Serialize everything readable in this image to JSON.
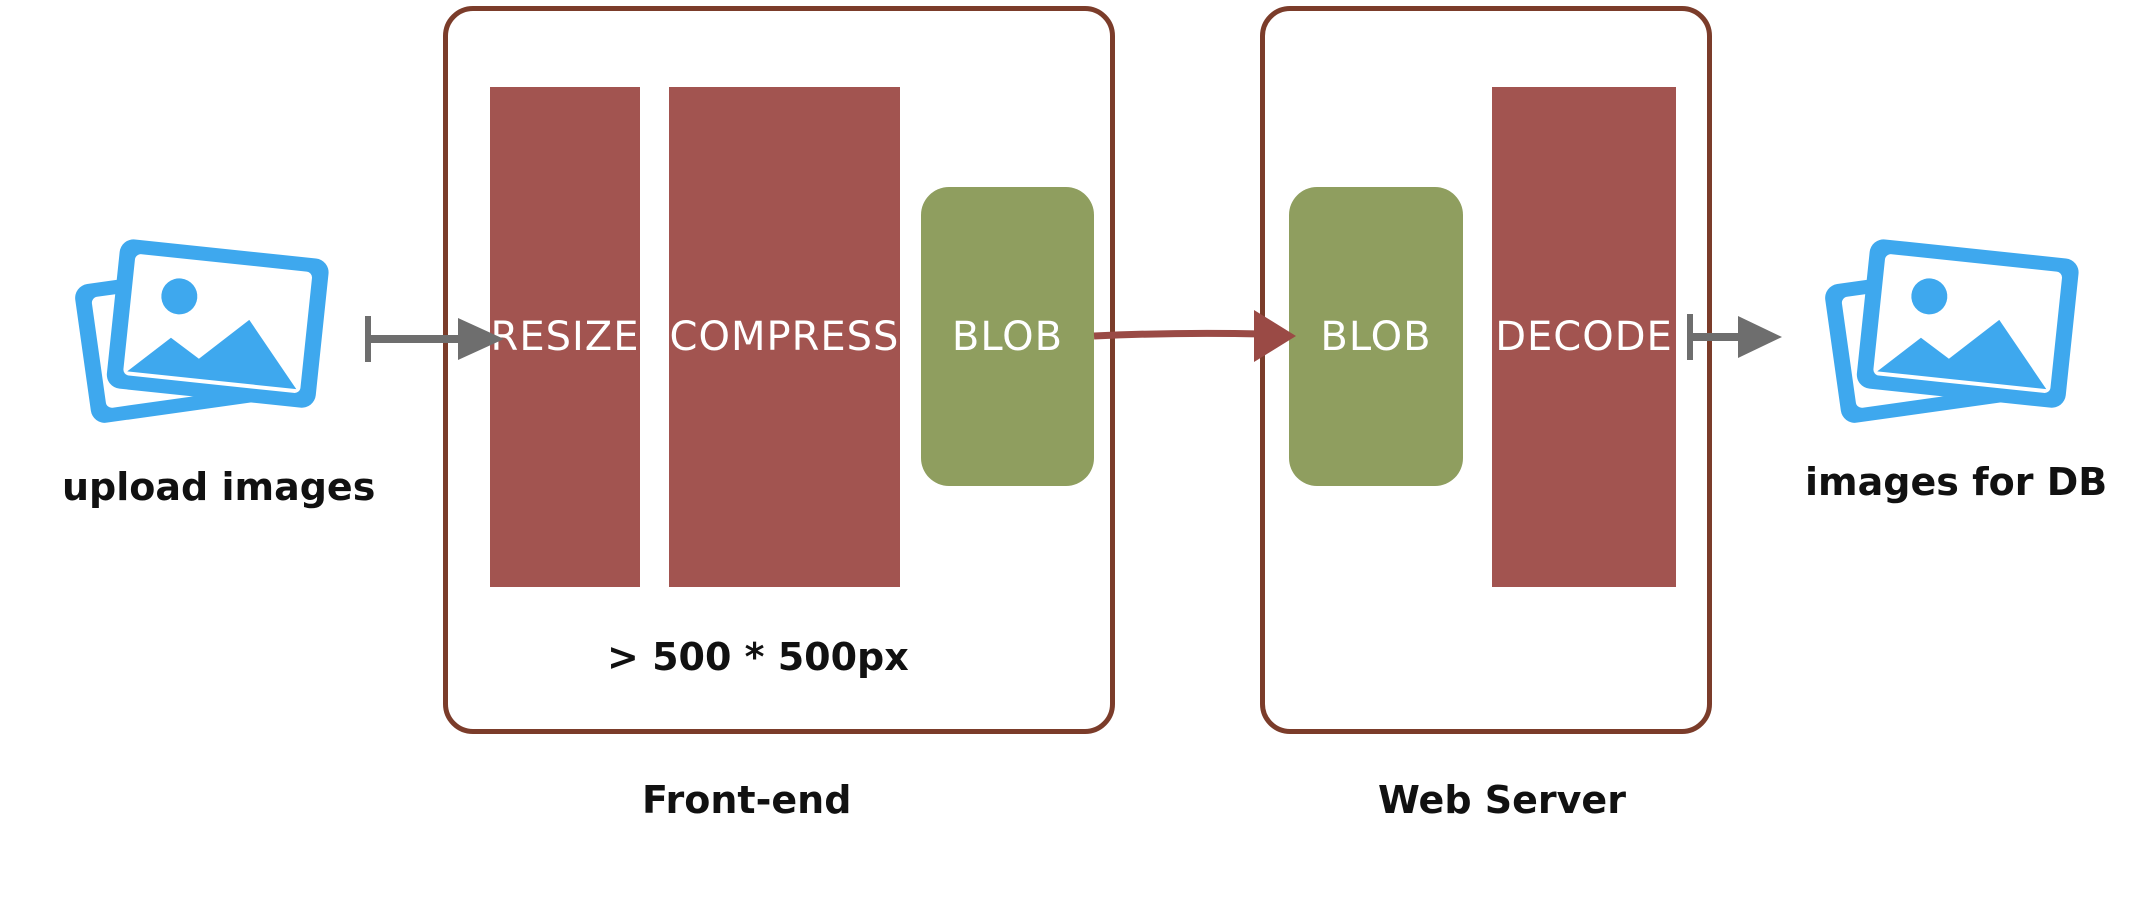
{
  "input": {
    "icon": "photos-icon",
    "label": "upload images"
  },
  "frontend": {
    "title": "Front-end",
    "stages": [
      "RESIZE",
      "COMPRESS",
      "BLOB"
    ],
    "note": "> 500 * 500px"
  },
  "server": {
    "title": "Web Server",
    "stages": [
      "BLOB",
      "DECODE"
    ]
  },
  "output": {
    "icon": "photos-icon",
    "label": "images for DB"
  },
  "colors": {
    "stage_red": "#a25450",
    "stage_green": "#8f9e5f",
    "box_border": "#7b3c2a",
    "arrow_gray": "#6e6e6e",
    "arrow_red": "#9a4a45",
    "icon_blue": "#3ea8ee"
  }
}
